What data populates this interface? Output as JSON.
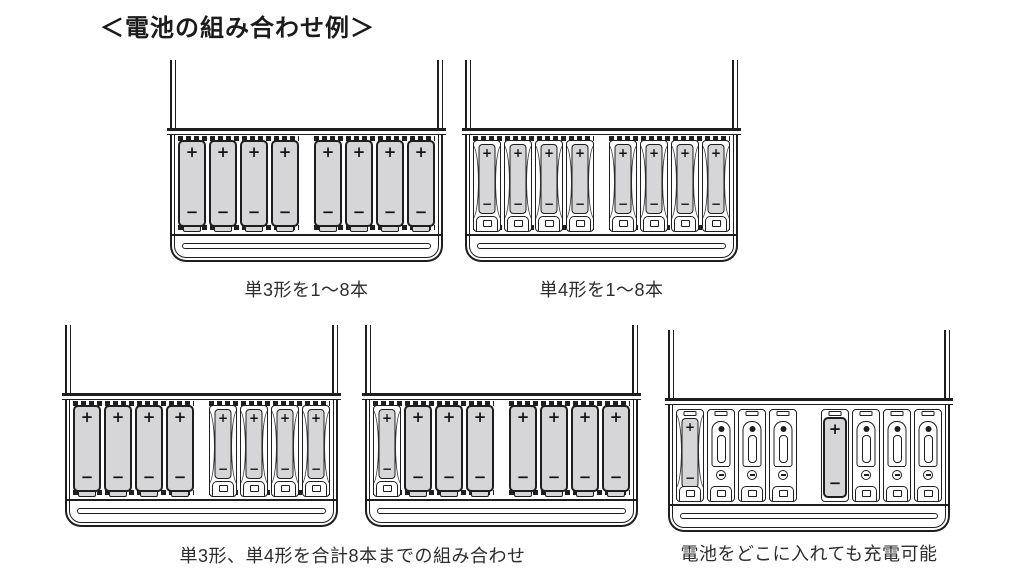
{
  "title": "＜電池の組み合わせ例＞",
  "legend": {
    "AA": "単3形",
    "AAA": "単4形"
  },
  "symbols": {
    "plus": "+",
    "minus": "−"
  },
  "colors": {
    "line": "#1e1e1e",
    "battery_fill": "#d6d6d8",
    "text": "#2d2d2d",
    "background": "#ffffff"
  },
  "chargers": [
    {
      "name": "aa-only",
      "outlined": false,
      "slots": [
        "AA",
        "AA",
        "AA",
        "AA",
        "AA",
        "AA",
        "AA",
        "AA"
      ]
    },
    {
      "name": "aaa-only",
      "outlined": false,
      "slots": [
        "AAA",
        "AAA",
        "AAA",
        "AAA",
        "AAA",
        "AAA",
        "AAA",
        "AAA"
      ]
    },
    {
      "name": "aa-aaa-groups",
      "outlined": false,
      "slots": [
        "AA",
        "AA",
        "AA",
        "AA",
        "AAA",
        "AAA",
        "AAA",
        "AAA"
      ]
    },
    {
      "name": "aaa-plus-aa",
      "outlined": false,
      "slots": [
        "AAA",
        "AA",
        "AA",
        "AA",
        "AA",
        "AA",
        "AA",
        "AA"
      ]
    },
    {
      "name": "any-position",
      "outlined": true,
      "slots": [
        "AAA",
        "empty",
        "empty",
        "empty",
        "AA",
        "empty",
        "empty",
        "empty"
      ]
    }
  ],
  "captions": [
    "単3形を1～8本",
    "単4形を1～8本",
    "単3形、単4形を合計8本までの組み合わせ",
    "電池をどこに入れても充電可能"
  ]
}
